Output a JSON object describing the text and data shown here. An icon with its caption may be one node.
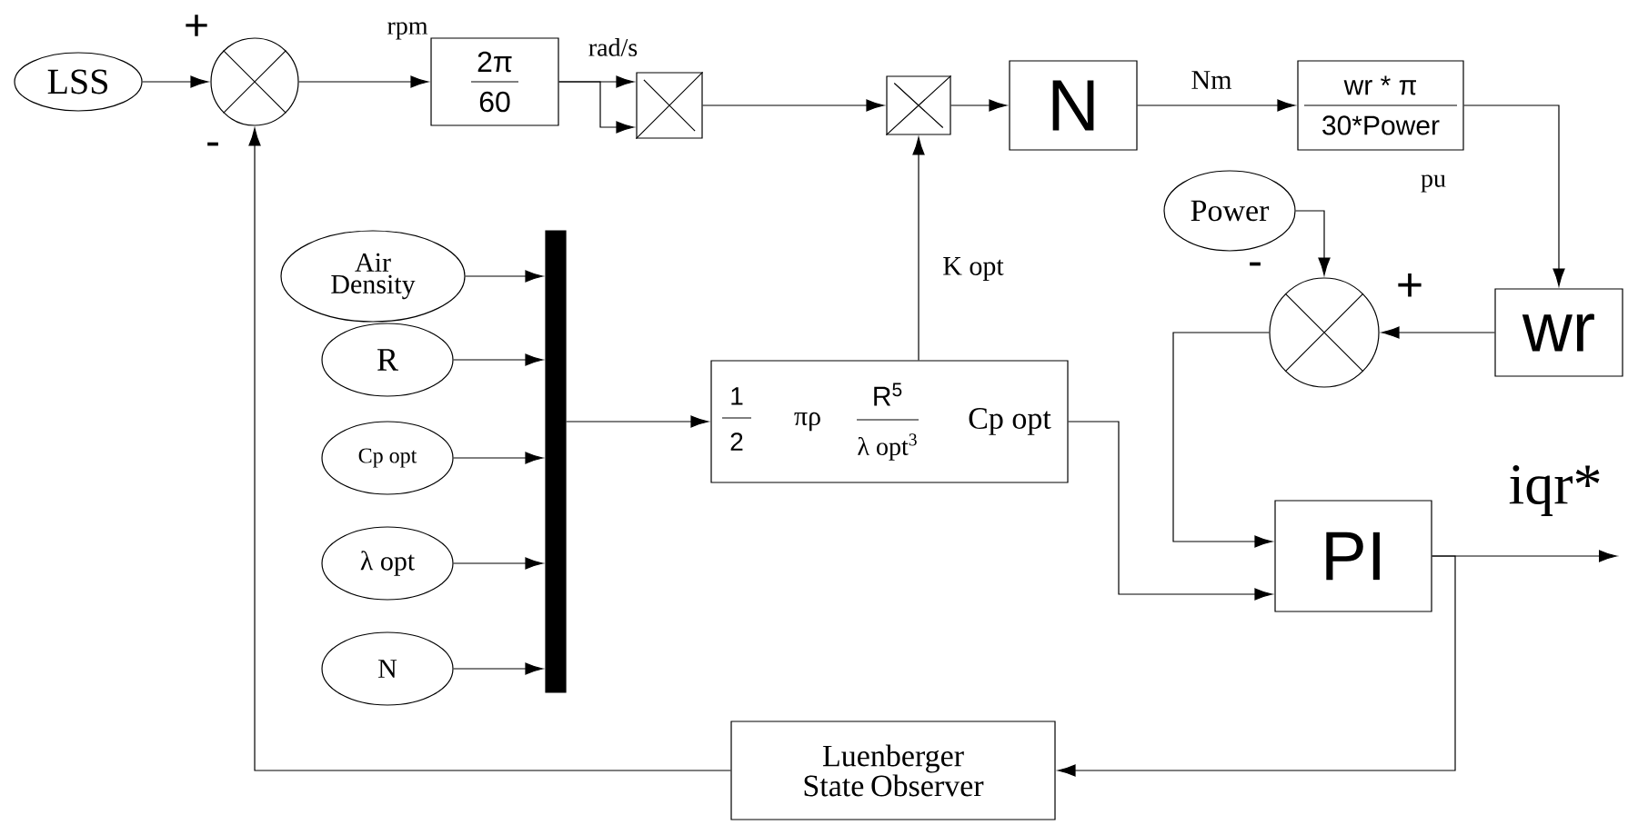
{
  "diagram": {
    "nodes": [
      {
        "text": [
          "LSS"
        ]
      },
      {
        "text": [],
        "shape": "circle"
      },
      {
        "text": [
          "2π",
          "60"
        ]
      },
      {
        "text": [],
        "shape": "box"
      },
      {
        "text": [],
        "shape": "box"
      },
      {
        "text": [
          "N"
        ]
      },
      {
        "text": [
          "wr * π",
          "30*Power"
        ]
      },
      {
        "text": [
          "wr"
        ]
      },
      {
        "text": [
          "Power"
        ]
      },
      {
        "text": [],
        "shape": "circle"
      },
      {
        "text": [
          "Air Density"
        ]
      },
      {
        "text": [
          "R"
        ]
      },
      {
        "text": [
          "Cp opt"
        ]
      },
      {
        "text": [
          "λ opt"
        ]
      },
      {
        "text": [
          "N"
        ]
      },
      {
        "text": [],
        "shape": "bar"
      },
      {
        "text": [
          "1",
          "2",
          "πρ",
          "R$^{5}$",
          "λ opt$^{3}$",
          "Cp opt"
        ]
      },
      {
        "text": [
          "PI"
        ]
      },
      {
        "text": [
          "Luenberger State Observer"
        ]
      }
    ],
    "edges": [
      {
        "from": 0,
        "to": 1,
        "arrow": "to"
      },
      {
        "from": 1,
        "to": 2,
        "arrow": "to",
        "label": "rpm"
      },
      {
        "from": 2,
        "to": 3,
        "arrow": "to",
        "label": "rad/s"
      },
      {
        "from": 2,
        "to": 3,
        "arrow": "to"
      },
      {
        "from": 3,
        "to": 4,
        "arrow": "to"
      },
      {
        "from": 4,
        "to": 5,
        "arrow": "to"
      },
      {
        "from": 5,
        "to": 6,
        "arrow": "to",
        "label": "Nm"
      },
      {
        "from": 6,
        "to": 7,
        "arrow": "to"
      },
      {
        "from": 7,
        "to": 9,
        "arrow": "to"
      },
      {
        "from": 8,
        "to": 9,
        "arrow": "to"
      },
      {
        "from": 9,
        "to": 17,
        "arrow": "to"
      },
      {
        "from": 16,
        "to": 17,
        "arrow": "to"
      },
      {
        "from": 16,
        "to": 4,
        "arrow": "to",
        "label": "K opt"
      },
      {
        "from": 10,
        "to": 15,
        "arrow": "to"
      },
      {
        "from": 11,
        "to": 15,
        "arrow": "to"
      },
      {
        "from": 12,
        "to": 15,
        "arrow": "to"
      },
      {
        "from": 13,
        "to": 15,
        "arrow": "to"
      },
      {
        "from": 14,
        "to": 15,
        "arrow": "to"
      },
      {
        "from": 15,
        "to": 16,
        "arrow": "to"
      },
      {
        "from": 17,
        "to": null,
        "arrow": "to",
        "label": "iqr*"
      },
      {
        "from": 17,
        "to": 18,
        "arrow": "to"
      },
      {
        "from": 18,
        "to": 1,
        "arrow": "to"
      }
    ],
    "labels": [
      "+",
      "-",
      "pu",
      "-",
      "+"
    ]
  }
}
